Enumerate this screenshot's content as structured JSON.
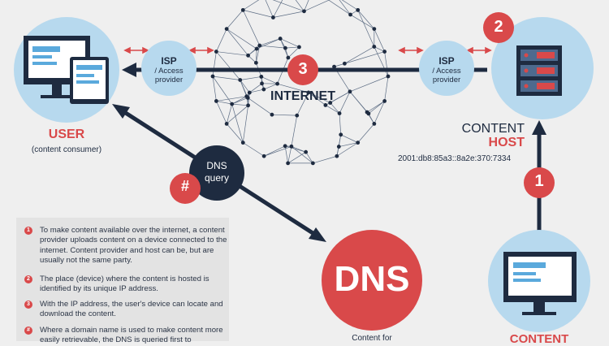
{
  "user": {
    "title": "USER",
    "subtitle": "(content consumer)"
  },
  "isp_left": {
    "title": "ISP",
    "subtitle": "/ Access provider"
  },
  "isp_right": {
    "title": "ISP",
    "subtitle": "/ Access provider"
  },
  "internet": {
    "label": "INTERNET",
    "step": "3"
  },
  "host": {
    "title_line1": "CONTENT",
    "title_line2": "HOST",
    "ip": "2001:db8:85a3::8a2e:370:7334",
    "step": "2"
  },
  "dns_query": {
    "label": "DNS query",
    "step": "#"
  },
  "dns": {
    "label": "DNS",
    "caption": "Content for"
  },
  "content": {
    "step": "1",
    "label": "CONTENT"
  },
  "legend": [
    {
      "num": "1",
      "text": "To make content available over the internet, a content provider uploads content on a device connected to the internet. Content provider and host can be, but are usually not the same party."
    },
    {
      "num": "2",
      "text": "The place (device) where the content is hosted is identified by its unique IP address."
    },
    {
      "num": "3",
      "text": "With the IP address, the user's device can locate and download the content."
    },
    {
      "num": "#",
      "text": "Where a domain name is used to make content more easily retrievable, the DNS is queried first to"
    }
  ],
  "colors": {
    "red": "#d9494a",
    "navy": "#1e2b40",
    "light_blue": "#b7d9ee",
    "background": "#efefef",
    "legend_bg": "#e3e3e3"
  }
}
